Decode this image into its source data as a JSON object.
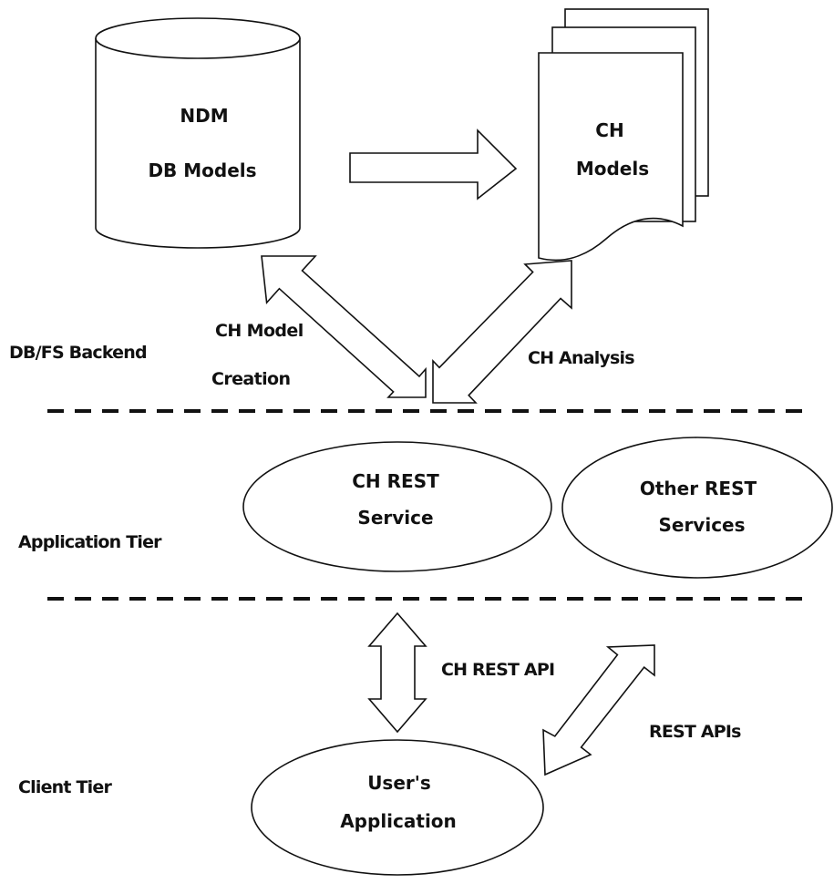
{
  "labels": {
    "ndm_line1": "NDM",
    "ndm_line2": "DB Models",
    "ch_models_line1": "CH",
    "ch_models_line2": "Models",
    "ch_model_creation_line1": "CH Model",
    "ch_model_creation_line2": "Creation",
    "ch_analysis": "CH Analysis",
    "db_fs_backend": "DB/FS Backend",
    "ch_rest_service_line1": "CH REST",
    "ch_rest_service_line2": "Service",
    "other_rest_line1": "Other REST",
    "other_rest_line2": "Services",
    "application_tier": "Application Tier",
    "ch_rest_api": "CH REST API",
    "rest_apis": "REST APIs",
    "client_tier": "Client Tier",
    "users_app_line1": "User's",
    "users_app_line2": "Application"
  },
  "colors": {
    "stroke": "#111111",
    "fill": "#ffffff"
  }
}
